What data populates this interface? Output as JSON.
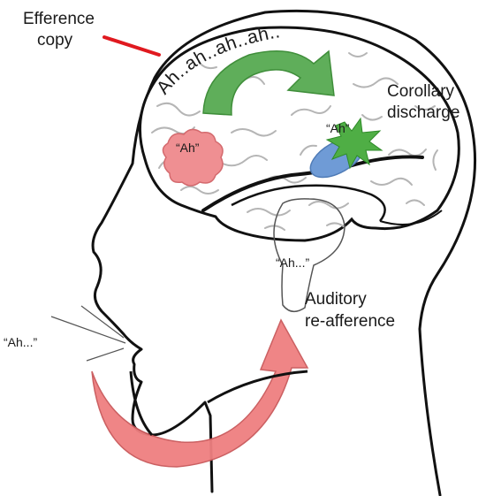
{
  "labels": {
    "efference_copy_line1": "Efference",
    "efference_copy_line2": "copy",
    "speech_arc": "Ah..ah..ah..ah..",
    "motor_area": "“Ah”",
    "auditory_target": "“Ah”",
    "corollary_line1": "Corollary",
    "corollary_line2": "discharge",
    "ear_sound": "“Ah...”",
    "auditory_line1": "Auditory",
    "auditory_line2": "re-afference",
    "mouth_sound": "“Ah...”"
  },
  "colors": {
    "efference_arrow": "#e0191f",
    "green_arrow": "#5fae5a",
    "motor_blob": "#ef8f92",
    "auditory_blob": "#6f9bd6",
    "star": "#4fae45",
    "red_arrow": "#ef7f80",
    "outline": "#111111",
    "gyri": "#b5b5b5"
  }
}
